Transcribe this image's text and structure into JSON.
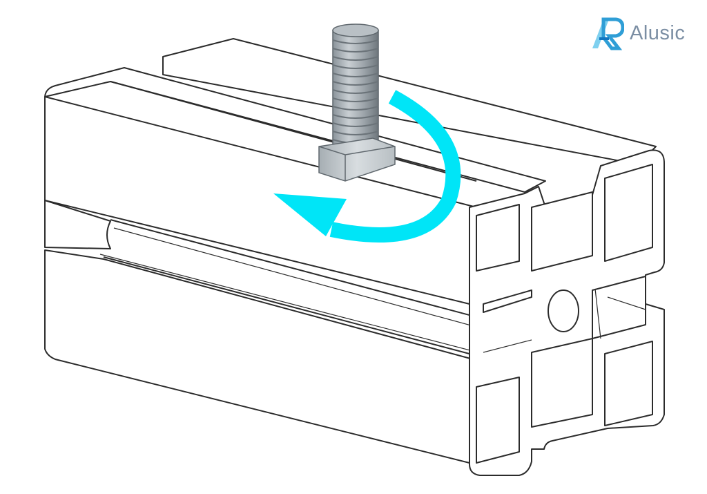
{
  "brand": {
    "name": "Alusic",
    "logo_icon": "alusic-logo-icon",
    "logo_letter": "A",
    "text_color": "#7b8ea3",
    "logo_colors": [
      "#7fd0ef",
      "#2f9ed6",
      "#1176c0"
    ]
  },
  "illustration": {
    "subject": "aluminum-t-slot-profile-with-t-bolt",
    "arrow_icon": "rotate-clockwise-arrow-icon",
    "arrow_color": "#00e5f7",
    "outline_color": "#2b2b2b",
    "bolt_color": "#9aa2a8"
  }
}
